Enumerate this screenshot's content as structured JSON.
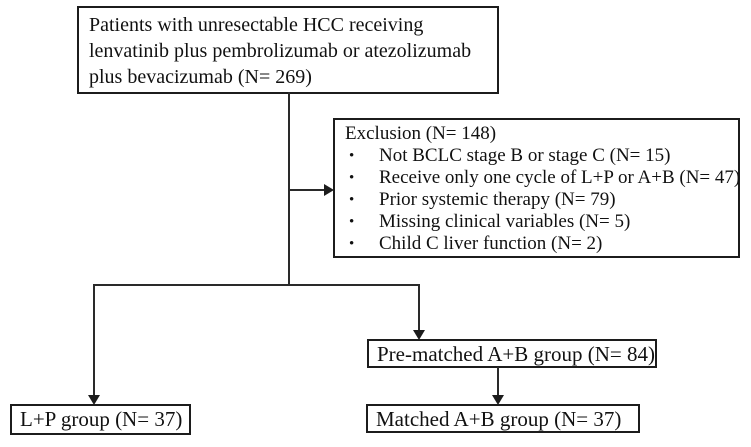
{
  "flowchart": {
    "top_box": {
      "lines": [
        "Patients with unresectable HCC receiving",
        "lenvatinib plus pembrolizumab or atezolizumab",
        "plus bevacizumab (N= 269)"
      ]
    },
    "exclusion_box": {
      "title": "Exclusion (N= 148)",
      "bullet": "•",
      "items": [
        "Not BCLC stage B or stage C (N= 15)",
        "Receive only one cycle of L+P or A+B (N= 47)",
        "Prior systemic therapy (N= 79)",
        "Missing clinical variables (N= 5)",
        "Child C liver function (N= 2)"
      ]
    },
    "lp_box": {
      "text": "L+P group (N= 37)"
    },
    "prematched_box": {
      "text": "Pre-matched A+B group (N= 84)"
    },
    "matched_box": {
      "text": "Matched A+B group (N= 37)"
    },
    "colors": {
      "border": "#1c1c1c",
      "line": "#2a2a2a",
      "background": "#ffffff",
      "text": "#111111"
    }
  }
}
